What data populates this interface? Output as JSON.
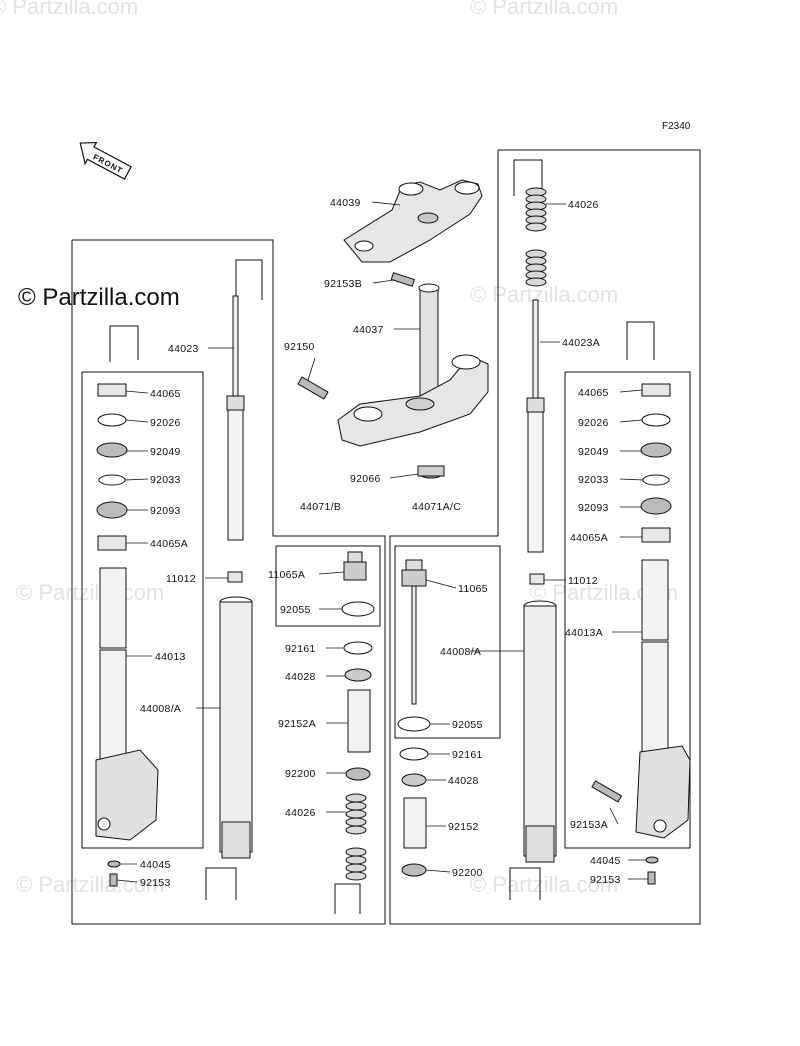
{
  "watermarks": [
    "© Partzilla.com",
    "© Partzilla.com",
    "© Partzilla.com",
    "© Partzilla.com",
    "© Partzilla.com",
    "© Partzilla.com",
    "© Partzilla.com"
  ],
  "brand": "© Partzilla.com",
  "figure_id": "F2340",
  "front_label": "FRONT",
  "labels": [
    {
      "id": "44039",
      "text": "44039"
    },
    {
      "id": "92153B",
      "text": "92153B"
    },
    {
      "id": "44037",
      "text": "44037"
    },
    {
      "id": "92150",
      "text": "92150"
    },
    {
      "id": "92066",
      "text": "92066"
    },
    {
      "id": "44071B",
      "text": "44071/B"
    },
    {
      "id": "44071AC",
      "text": "44071A/C"
    },
    {
      "id": "44026_top",
      "text": "44026"
    },
    {
      "id": "44023A",
      "text": "44023A"
    },
    {
      "id": "44023",
      "text": "44023"
    },
    {
      "id": "44065_l",
      "text": "44065"
    },
    {
      "id": "92026_l",
      "text": "92026"
    },
    {
      "id": "92049_l",
      "text": "92049"
    },
    {
      "id": "92033_l",
      "text": "92033"
    },
    {
      "id": "92093_l",
      "text": "92093"
    },
    {
      "id": "44065A_l",
      "text": "44065A"
    },
    {
      "id": "44013",
      "text": "44013"
    },
    {
      "id": "44045_l",
      "text": "44045"
    },
    {
      "id": "92153_l",
      "text": "92153"
    },
    {
      "id": "11012_l",
      "text": "11012"
    },
    {
      "id": "44008A_l",
      "text": "44008/A"
    },
    {
      "id": "11065A",
      "text": "11065A"
    },
    {
      "id": "92055_l",
      "text": "92055"
    },
    {
      "id": "92161_l",
      "text": "92161"
    },
    {
      "id": "44028_l",
      "text": "44028"
    },
    {
      "id": "92152A",
      "text": "92152A"
    },
    {
      "id": "92200_l",
      "text": "92200"
    },
    {
      "id": "44026_l",
      "text": "44026"
    },
    {
      "id": "11065",
      "text": "11065"
    },
    {
      "id": "44008A_r",
      "text": "44008/A"
    },
    {
      "id": "92055_r",
      "text": "92055"
    },
    {
      "id": "92161_r",
      "text": "92161"
    },
    {
      "id": "44028_r",
      "text": "44028"
    },
    {
      "id": "92152",
      "text": "92152"
    },
    {
      "id": "92200_r",
      "text": "92200"
    },
    {
      "id": "44065_r",
      "text": "44065"
    },
    {
      "id": "92026_r",
      "text": "92026"
    },
    {
      "id": "92049_r",
      "text": "92049"
    },
    {
      "id": "92033_r",
      "text": "92033"
    },
    {
      "id": "92093_r",
      "text": "92093"
    },
    {
      "id": "44065A_r",
      "text": "44065A"
    },
    {
      "id": "11012_r",
      "text": "11012"
    },
    {
      "id": "44013A",
      "text": "44013A"
    },
    {
      "id": "92153A",
      "text": "92153A"
    },
    {
      "id": "44045_r",
      "text": "44045"
    },
    {
      "id": "92153_r",
      "text": "92153"
    }
  ],
  "colors": {
    "line": "#111111",
    "watermark": "#e2e2e2",
    "part_fill": "#dcdcdc"
  }
}
